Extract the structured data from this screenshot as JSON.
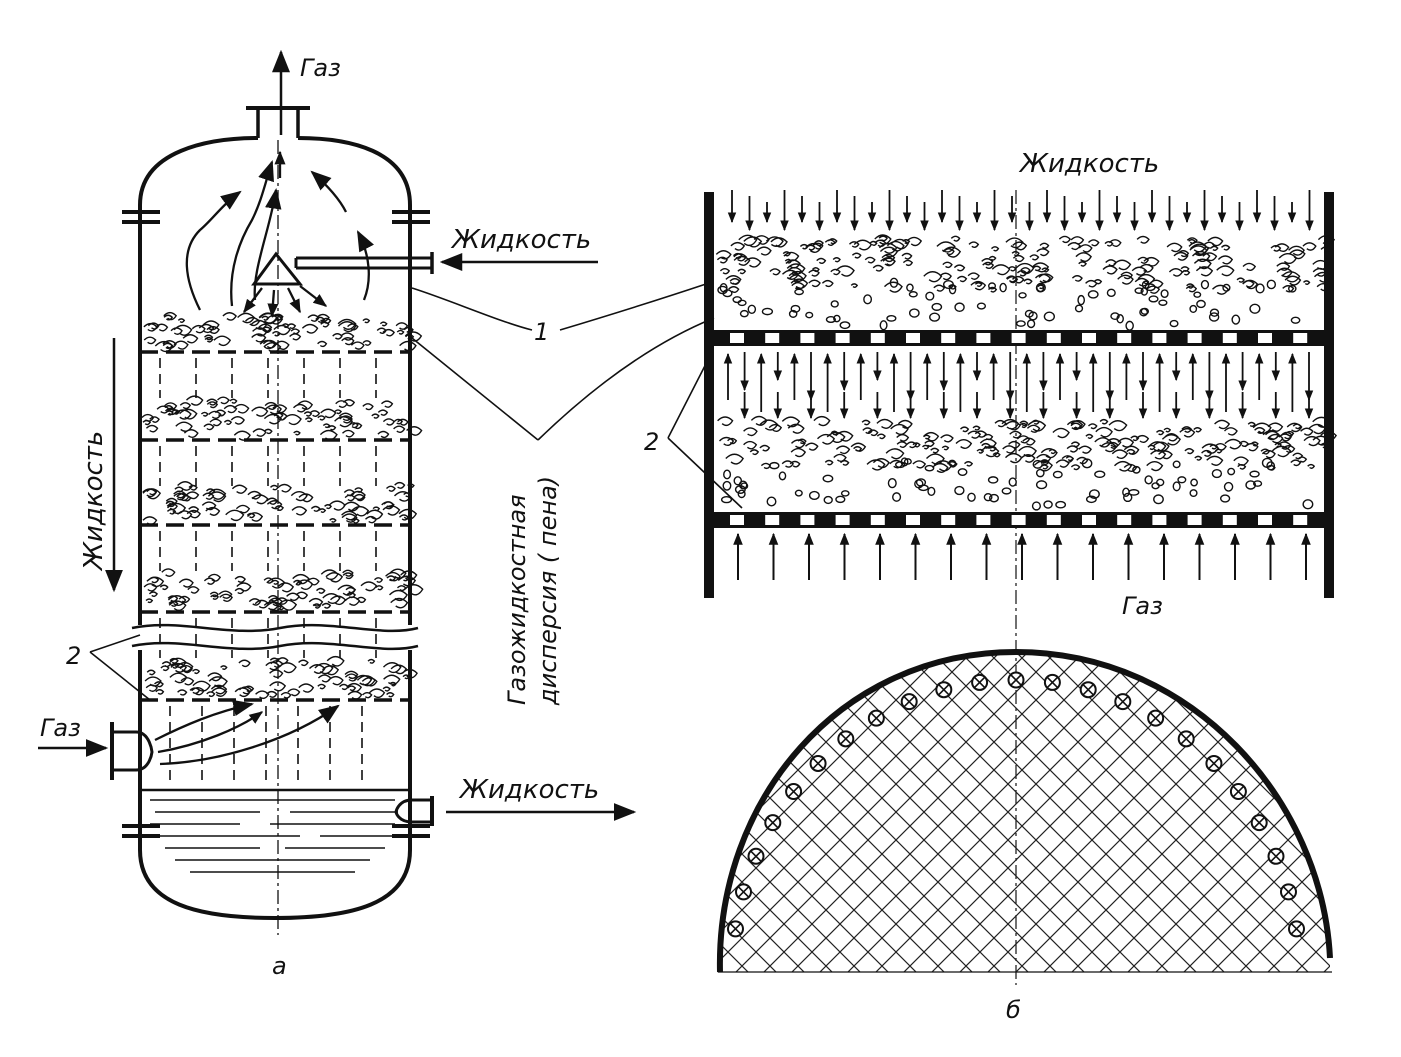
{
  "labels": {
    "gas_top": "Газ",
    "liquid_in_left": "Жидкость",
    "liquid_down_left": "Жидкость",
    "gas_in_left": "Газ",
    "liquid_out_left": "Жидкость",
    "label_a": "а",
    "ref_1": "1",
    "ref_2_left": "2",
    "ref_2_right": "2",
    "foam_line1": "Газожидкостная",
    "foam_line2": "дисперсия ( пена)",
    "liquid_top_right": "Жидкость",
    "gas_right": "Газ",
    "label_b": "б"
  }
}
